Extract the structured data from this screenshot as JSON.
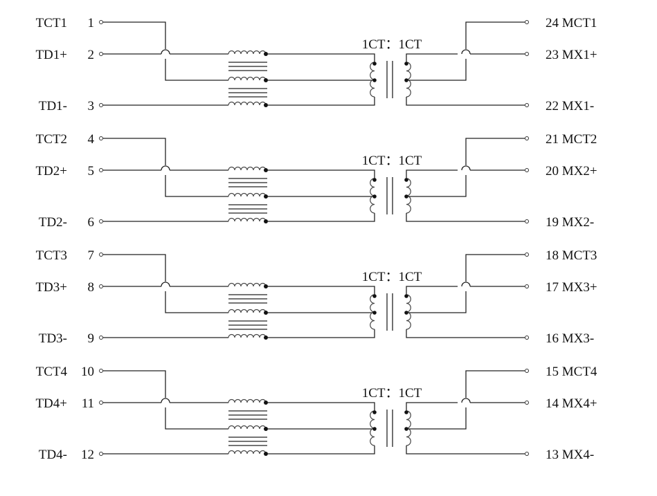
{
  "diagram": {
    "channels": [
      {
        "ct_pin": {
          "name": "TCT1",
          "number": "1"
        },
        "pos_pin": {
          "name": "TD1+",
          "number": "2"
        },
        "neg_pin": {
          "name": "TD1-",
          "number": "3"
        },
        "ratio": "1CT：1CT",
        "right_ct": "24 MCT1",
        "right_pos": "23 MX1+",
        "right_neg": "22 MX1-"
      },
      {
        "ct_pin": {
          "name": "TCT2",
          "number": "4"
        },
        "pos_pin": {
          "name": "TD2+",
          "number": "5"
        },
        "neg_pin": {
          "name": "TD2-",
          "number": "6"
        },
        "ratio": "1CT：1CT",
        "right_ct": "21 MCT2",
        "right_pos": "20  MX2+",
        "right_neg": "19  MX2-"
      },
      {
        "ct_pin": {
          "name": "TCT3",
          "number": "7"
        },
        "pos_pin": {
          "name": "TD3+",
          "number": "8"
        },
        "neg_pin": {
          "name": "TD3-",
          "number": "9"
        },
        "ratio": "1CT：1CT",
        "right_ct": "18  MCT3",
        "right_pos": "17 MX3+",
        "right_neg": "16 MX3-"
      },
      {
        "ct_pin": {
          "name": "TCT4",
          "number": "10"
        },
        "pos_pin": {
          "name": "TD4+",
          "number": "11"
        },
        "neg_pin": {
          "name": "TD4-",
          "number": "12"
        },
        "ratio": "1CT：1CT",
        "right_ct": "15 MCT4",
        "right_pos": "14  MX4+",
        "right_neg": "13  MX4-"
      }
    ]
  }
}
